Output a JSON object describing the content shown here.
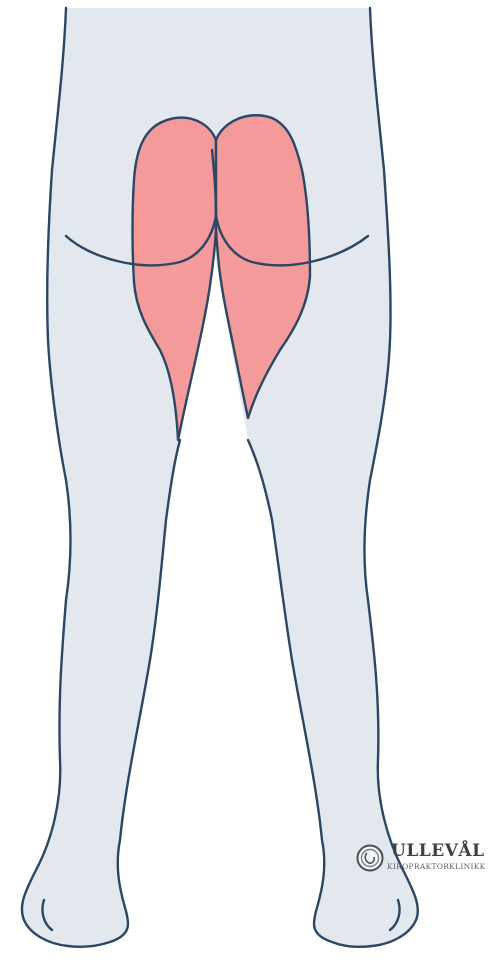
{
  "figure": {
    "view": "posterior-lower-body",
    "highlighted_region": "gluteal-and-posterior-thigh",
    "colors": {
      "skin": "#e3e8ef",
      "outline": "#2c4763",
      "highlight": "#f49a9a",
      "background": "#ffffff"
    }
  },
  "watermark": {
    "name": "ULLEVÅL",
    "subtitle": "KIROPRAKTORKLINIKK"
  }
}
